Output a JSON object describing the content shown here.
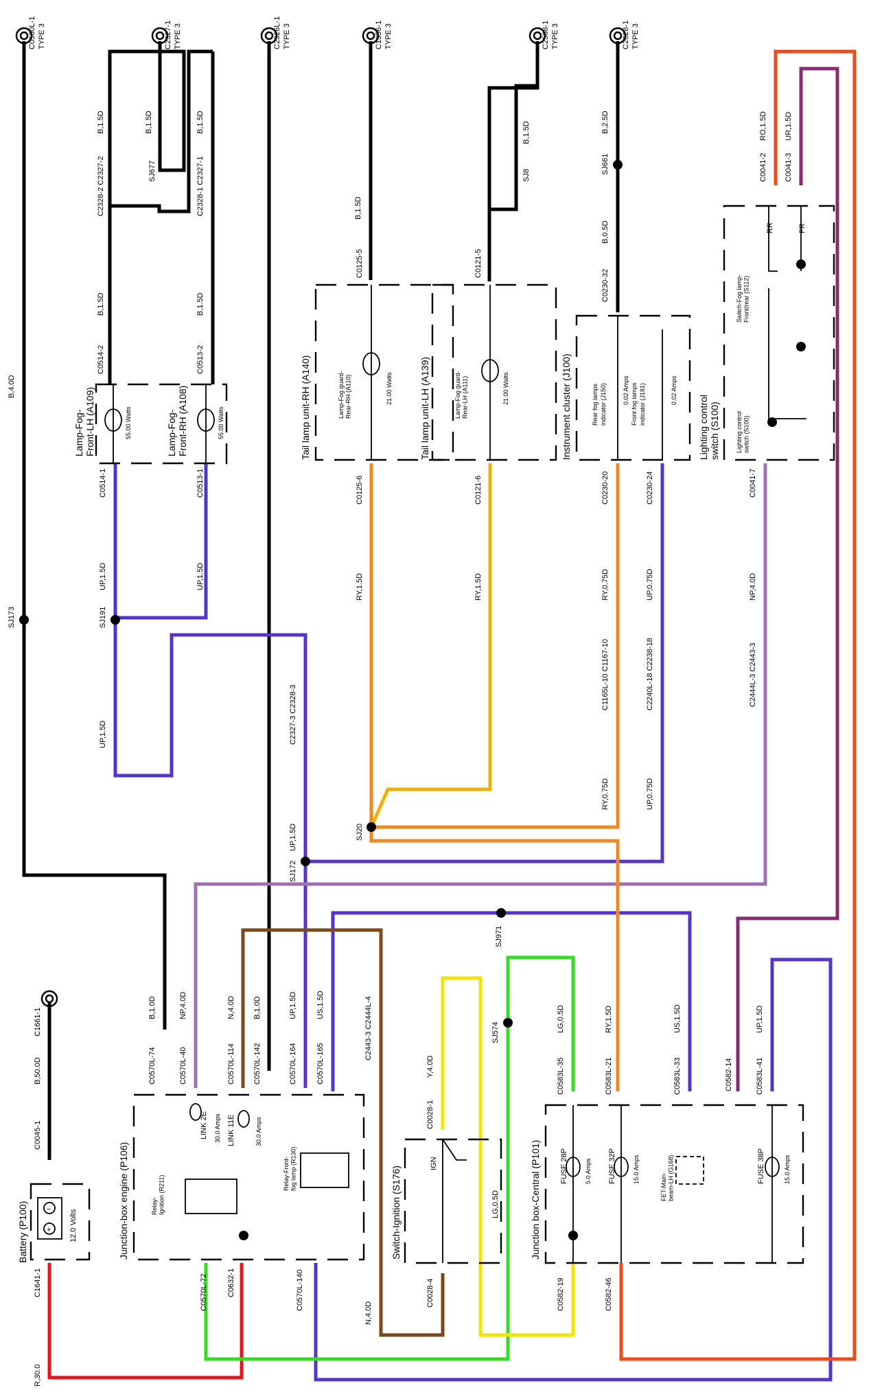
{
  "ground_points": [
    {
      "id": "C0560L-1",
      "type": "TYPE 3"
    },
    {
      "id": "C2327-1",
      "type": "TYPE 3"
    },
    {
      "id": "C2326L-1",
      "type": "TYPE 3"
    },
    {
      "id": "C1356-1",
      "type": "TYPE 3"
    },
    {
      "id": "C2568-1",
      "type": "TYPE 3"
    },
    {
      "id": "C2628-1",
      "type": "TYPE 3"
    }
  ],
  "components": {
    "lamp_fog_front_lh": {
      "title": "Lamp-Fog-\nFront-LH (A109)",
      "rating": "55.00 Watts"
    },
    "lamp_fog_front_rh": {
      "title": "Lamp-Fog-\nFront-RH (A108)",
      "rating": "55.00 Watts"
    },
    "tail_lamp_rh": {
      "title": "Tail lamp unit-RH (A140)",
      "inner": "Lamp-Fog guard-\nRear-RH (A110)",
      "rating": "21.00 Watts"
    },
    "tail_lamp_lh": {
      "title": "Tail lamp unit-LH (A139)",
      "inner": "Lamp-Fog guard-\nRear-LH (A111)",
      "rating": "21.00 Watts"
    },
    "instrument_cluster": {
      "title": "Instrument cluster (J100)",
      "line1": "Rear fog lamps",
      "line2": "indicator (J150)",
      "line3": "0.02 Amps",
      "line4": "Front fog lamps",
      "line5": "indicator (J181)",
      "line6": "0.02 Amps"
    },
    "lighting_control": {
      "title": "Lighting control\nswitch (S100)",
      "inner": "Lighting control\nswitch (S100)",
      "fog_switch": "Switch-Fog lamp-\nFront/rear (S112)",
      "rr": "RR",
      "fr": "FR"
    },
    "battery": {
      "title": "Battery (P100)",
      "voltage": "12.0 Volts",
      "plus": "+",
      "minus": "−"
    },
    "junction_engine": {
      "title": "Junction-box engine (P106)",
      "relay_ign": "Relay-\nIgnition (R211)",
      "link2e": "LINK 2E",
      "link2e_amps": "30.0 Amps",
      "link11e": "LINK 11E",
      "link11e_amps": "30.0 Amps",
      "relay_fog": "Relay-Front-\nfog lamp (R130)"
    },
    "switch_ignition": {
      "title": "Switch-Ignition (S176)",
      "ign": "IGN"
    },
    "junction_central": {
      "title": "Junction box-Central (P101)",
      "fuse28": "FUSE 28P",
      "fuse28_amps": "5.0 Amps",
      "fuse32": "FUSE 32P",
      "fuse32_amps": "15.0 Amps",
      "fet": "FET-Main-\nbeam-LH (G168)",
      "fuse38": "FUSE 38P",
      "fuse38_amps": "15.0 Amps"
    }
  },
  "wire_labels": [
    "B,4.0D",
    "B,1.5D",
    "B,1.5D",
    "B,1.5D",
    "B,1.5D",
    "B,1.5D",
    "B,1.5D",
    "B,1.5D",
    "B,2.5D",
    "B,0.5D",
    "RO,1.5D",
    "UR,1.5D",
    "UP,1.5D",
    "UP,1.5D",
    "UP,1.5D",
    "RY,1.5D",
    "RY,1.5D",
    "RY,0.75D",
    "UP,0.75D",
    "NP,4.0D",
    "RY,0.75D",
    "UP,0.75D",
    "UP,1.5D",
    "B,1.0D",
    "NP,4.0D",
    "N,4.0D",
    "B,1.0D",
    "UP,1.5D",
    "US,1.5D",
    "Y,4.0D",
    "LG,0.5D",
    "RY,1.5D",
    "US,1.5D",
    "UP,1.5D",
    "B,50.0D",
    "LG,0.5D",
    "N,4.0D",
    "R,30.0"
  ],
  "connector_labels": [
    "C2328-2 C2327-2",
    "C2328-1 C2327-1",
    "C0514-2",
    "C0513-2",
    "C0514-1",
    "C0513-1",
    "C0125-5",
    "C0121-5",
    "C0230-32",
    "C0041-2",
    "C0041-3",
    "C0125-6",
    "C0121-6",
    "C0230-20",
    "C0230-24",
    "C0041-7",
    "C1165L-10 C1167-10",
    "C2240L-18 C2238-18",
    "C2444L-3 C2443-3",
    "C2327-3 C2328-3",
    "C0570L-74",
    "C0570L-40",
    "C0570L-114",
    "C0570L-142",
    "C0570L-164",
    "C0570L-165",
    "C2443-3 C2444L-4",
    "C0028-1",
    "C0583L-35",
    "C0583L-21",
    "C0583L-33",
    "C0582-14",
    "C0583L-41",
    "C1661-1",
    "C0045-1",
    "C1641-1",
    "C0570L-72",
    "C0632-1",
    "C0570L-140",
    "C0028-4",
    "C0582-19",
    "C0582-46"
  ],
  "splice_labels": [
    "SJ677",
    "SJ8",
    "SJ661",
    "SJ173",
    "SJ191",
    "SJ20",
    "SJ172",
    "SJ971",
    "SJ574"
  ],
  "colors": {
    "black": "#000000",
    "violet": "#5533cc",
    "red": "#e8141a",
    "green": "#33dd22",
    "yellow": "#f2e600",
    "brown": "#7a4a1c",
    "orange": "#f08a20",
    "purple": "#8a2a70",
    "pink": "#a070b0",
    "ro": "#f04a18"
  }
}
